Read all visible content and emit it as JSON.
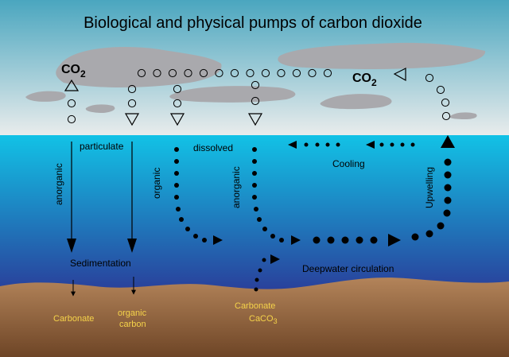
{
  "title": "Biological and physical pumps of carbon dioxide",
  "labels": {
    "co2_left_main": "CO",
    "co2_left_sub": "2",
    "co2_right_main": "CO",
    "co2_right_sub": "2",
    "particulate": "particulate",
    "dissolved": "dissolved",
    "cooling": "Cooling",
    "upwelling": "Upwelling",
    "anorganic_left": "anorganic",
    "organic": "organic",
    "anorganic_mid": "anorganic",
    "sedimentation": "Sedimentation",
    "deepwater_circulation": "Deepwater circulation",
    "carbonate_left": "Carbonate",
    "organic_carbon_line1": "organic",
    "organic_carbon_line2": "carbon",
    "carbonate_caco3_line1": "Carbonate",
    "caco3_main": "CaCO",
    "caco3_sub": "3"
  },
  "colors": {
    "sky_top": "#4aa6bf",
    "sky_bottom": "#e9ecec",
    "ocean_top": "#12c2e6",
    "ocean_bottom": "#2a3d99",
    "seabed_top": "#b3845a",
    "seabed_bottom": "#6e4526",
    "cloud": "#a9a9ad",
    "label_yellow": "#f5d34a"
  }
}
